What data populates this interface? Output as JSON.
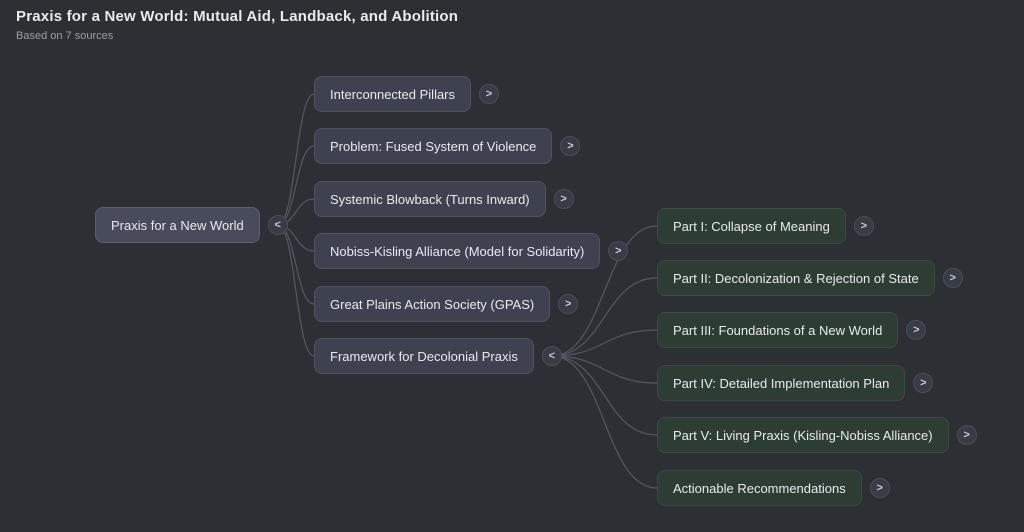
{
  "header": {
    "title": "Praxis for a New World: Mutual Aid, Landback, and Abolition",
    "subtitle": "Based on 7 sources"
  },
  "mindmap": {
    "root": {
      "label": "Praxis for a New World",
      "toggle": "<"
    },
    "level1": [
      {
        "label": "Interconnected Pillars",
        "toggle": ">"
      },
      {
        "label": "Problem: Fused System of Violence",
        "toggle": ">"
      },
      {
        "label": "Systemic Blowback (Turns Inward)",
        "toggle": ">"
      },
      {
        "label": "Nobiss-Kisling Alliance (Model for Solidarity)",
        "toggle": ">"
      },
      {
        "label": "Great Plains Action Society (GPAS)",
        "toggle": ">"
      },
      {
        "label": "Framework for Decolonial Praxis",
        "toggle": "<"
      }
    ],
    "level2": [
      {
        "label": "Part I: Collapse of Meaning",
        "toggle": ">"
      },
      {
        "label": "Part II: Decolonization & Rejection of State",
        "toggle": ">"
      },
      {
        "label": "Part III: Foundations of a New World",
        "toggle": ">"
      },
      {
        "label": "Part IV: Detailed Implementation Plan",
        "toggle": ">"
      },
      {
        "label": "Part V: Living Praxis (Kisling-Nobiss Alliance)",
        "toggle": ">"
      },
      {
        "label": "Actionable Recommendations",
        "toggle": ">"
      }
    ]
  },
  "colors": {
    "background": "#2c2f34",
    "title_text": "#e8eaed",
    "subtitle_text": "#9aa0a6",
    "node_text": "#e8eaed",
    "connector": "#575c68",
    "node_root_bg": "#474b5c",
    "node_root_border": "#5a5e70",
    "node_level1_bg": "#3e4250",
    "node_level1_border": "#4e5362",
    "node_level2_bg": "#2e3d34",
    "node_level2_border": "#3a4a3f",
    "toggle_bg": "#383c46",
    "toggle_border": "#4a4e5a",
    "toggle_text": "#c9cdd6"
  }
}
